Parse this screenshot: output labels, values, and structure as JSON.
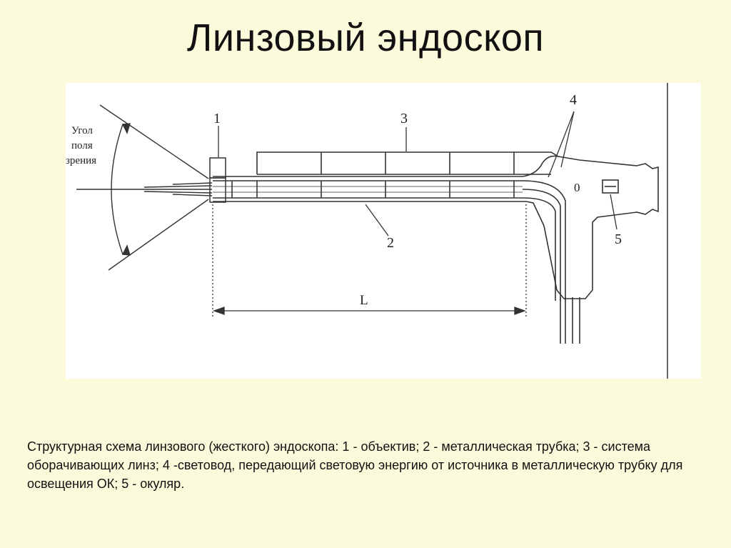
{
  "slide": {
    "title": "Линзовый эндоскоп",
    "caption": "Структурная схема линзового (жесткого) эндоскопа: 1 - объектив; 2 - металлическая трубка; 3 - система оборачивающих линз; 4 -световод, передающий световую энергию от источника в металлическую трубку для освещения ОК; 5 - окуляр."
  },
  "diagram": {
    "angle_label": [
      "Угол",
      "поля",
      "зрения"
    ],
    "label_1": "1",
    "label_2": "2",
    "label_3": "3",
    "label_4": "4",
    "label_5": "5",
    "label_0": "0",
    "length_label": "L"
  }
}
